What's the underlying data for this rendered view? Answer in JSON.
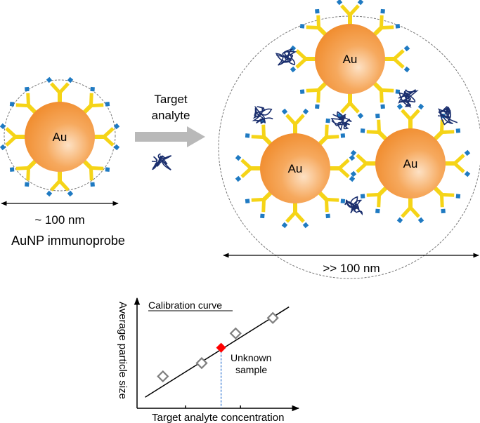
{
  "colors": {
    "gold_core": "#f08a2a",
    "gold_highlight": "#fde1c4",
    "antibody": "#f5d417",
    "antibody_tip": "#1f7ac2",
    "analyte": "#1b2f6e",
    "arrow": "#b9b9b9",
    "unknown": "#ff0000",
    "dashed": "#3e7fd6"
  },
  "labels": {
    "au": "Au",
    "arrow_line1": "Target",
    "arrow_line2": "analyte",
    "probe_size": "~ 100 nm",
    "probe_name": "AuNP immunoprobe",
    "aggregate_size": ">> 100 nm"
  },
  "chart_data": {
    "type": "scatter",
    "title": "Calibration curve",
    "xlabel": "Target analyte concentration",
    "ylabel": "Average particle size",
    "xlim": [
      0,
      10
    ],
    "ylim": [
      0,
      10
    ],
    "xticks": [
      3.0,
      6.4
    ],
    "series": [
      {
        "name": "Calibration standards",
        "x": [
          1.6,
          4.0,
          6.1,
          8.4
        ],
        "y": [
          2.9,
          4.1,
          6.8,
          8.2
        ]
      },
      {
        "name": "Fit line",
        "x": [
          0.5,
          9.4
        ],
        "y": [
          1.0,
          9.2
        ]
      },
      {
        "name": "Unknown sample",
        "x": [
          5.2
        ],
        "y": [
          5.5
        ]
      }
    ],
    "annotation_line1": "Unknown",
    "annotation_line2": "sample"
  }
}
